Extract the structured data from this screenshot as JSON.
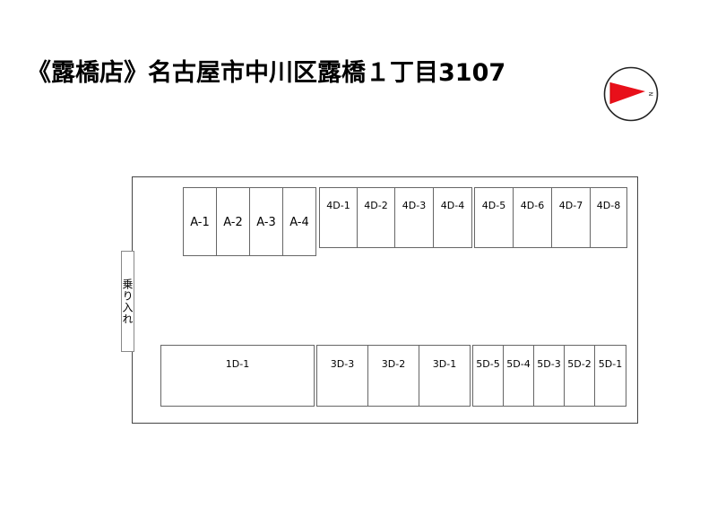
{
  "title": "《露橋店》名古屋市中川区露橋１丁目3107",
  "compass": {
    "label": "N",
    "arrow_color": "#e8101a"
  },
  "entrance_label": "乗り入れ",
  "row_a": [
    "A-1",
    "A-2",
    "A-3",
    "A-4"
  ],
  "row_4d_left": [
    "4D-1",
    "4D-2",
    "4D-3",
    "4D-4"
  ],
  "row_4d_right": [
    "4D-5",
    "4D-6",
    "4D-7",
    "4D-8"
  ],
  "slot_1d": "1D-1",
  "row_3d": [
    "3D-3",
    "3D-2",
    "3D-1"
  ],
  "row_5d": [
    "5D-5",
    "5D-4",
    "5D-3",
    "5D-2",
    "5D-1"
  ]
}
